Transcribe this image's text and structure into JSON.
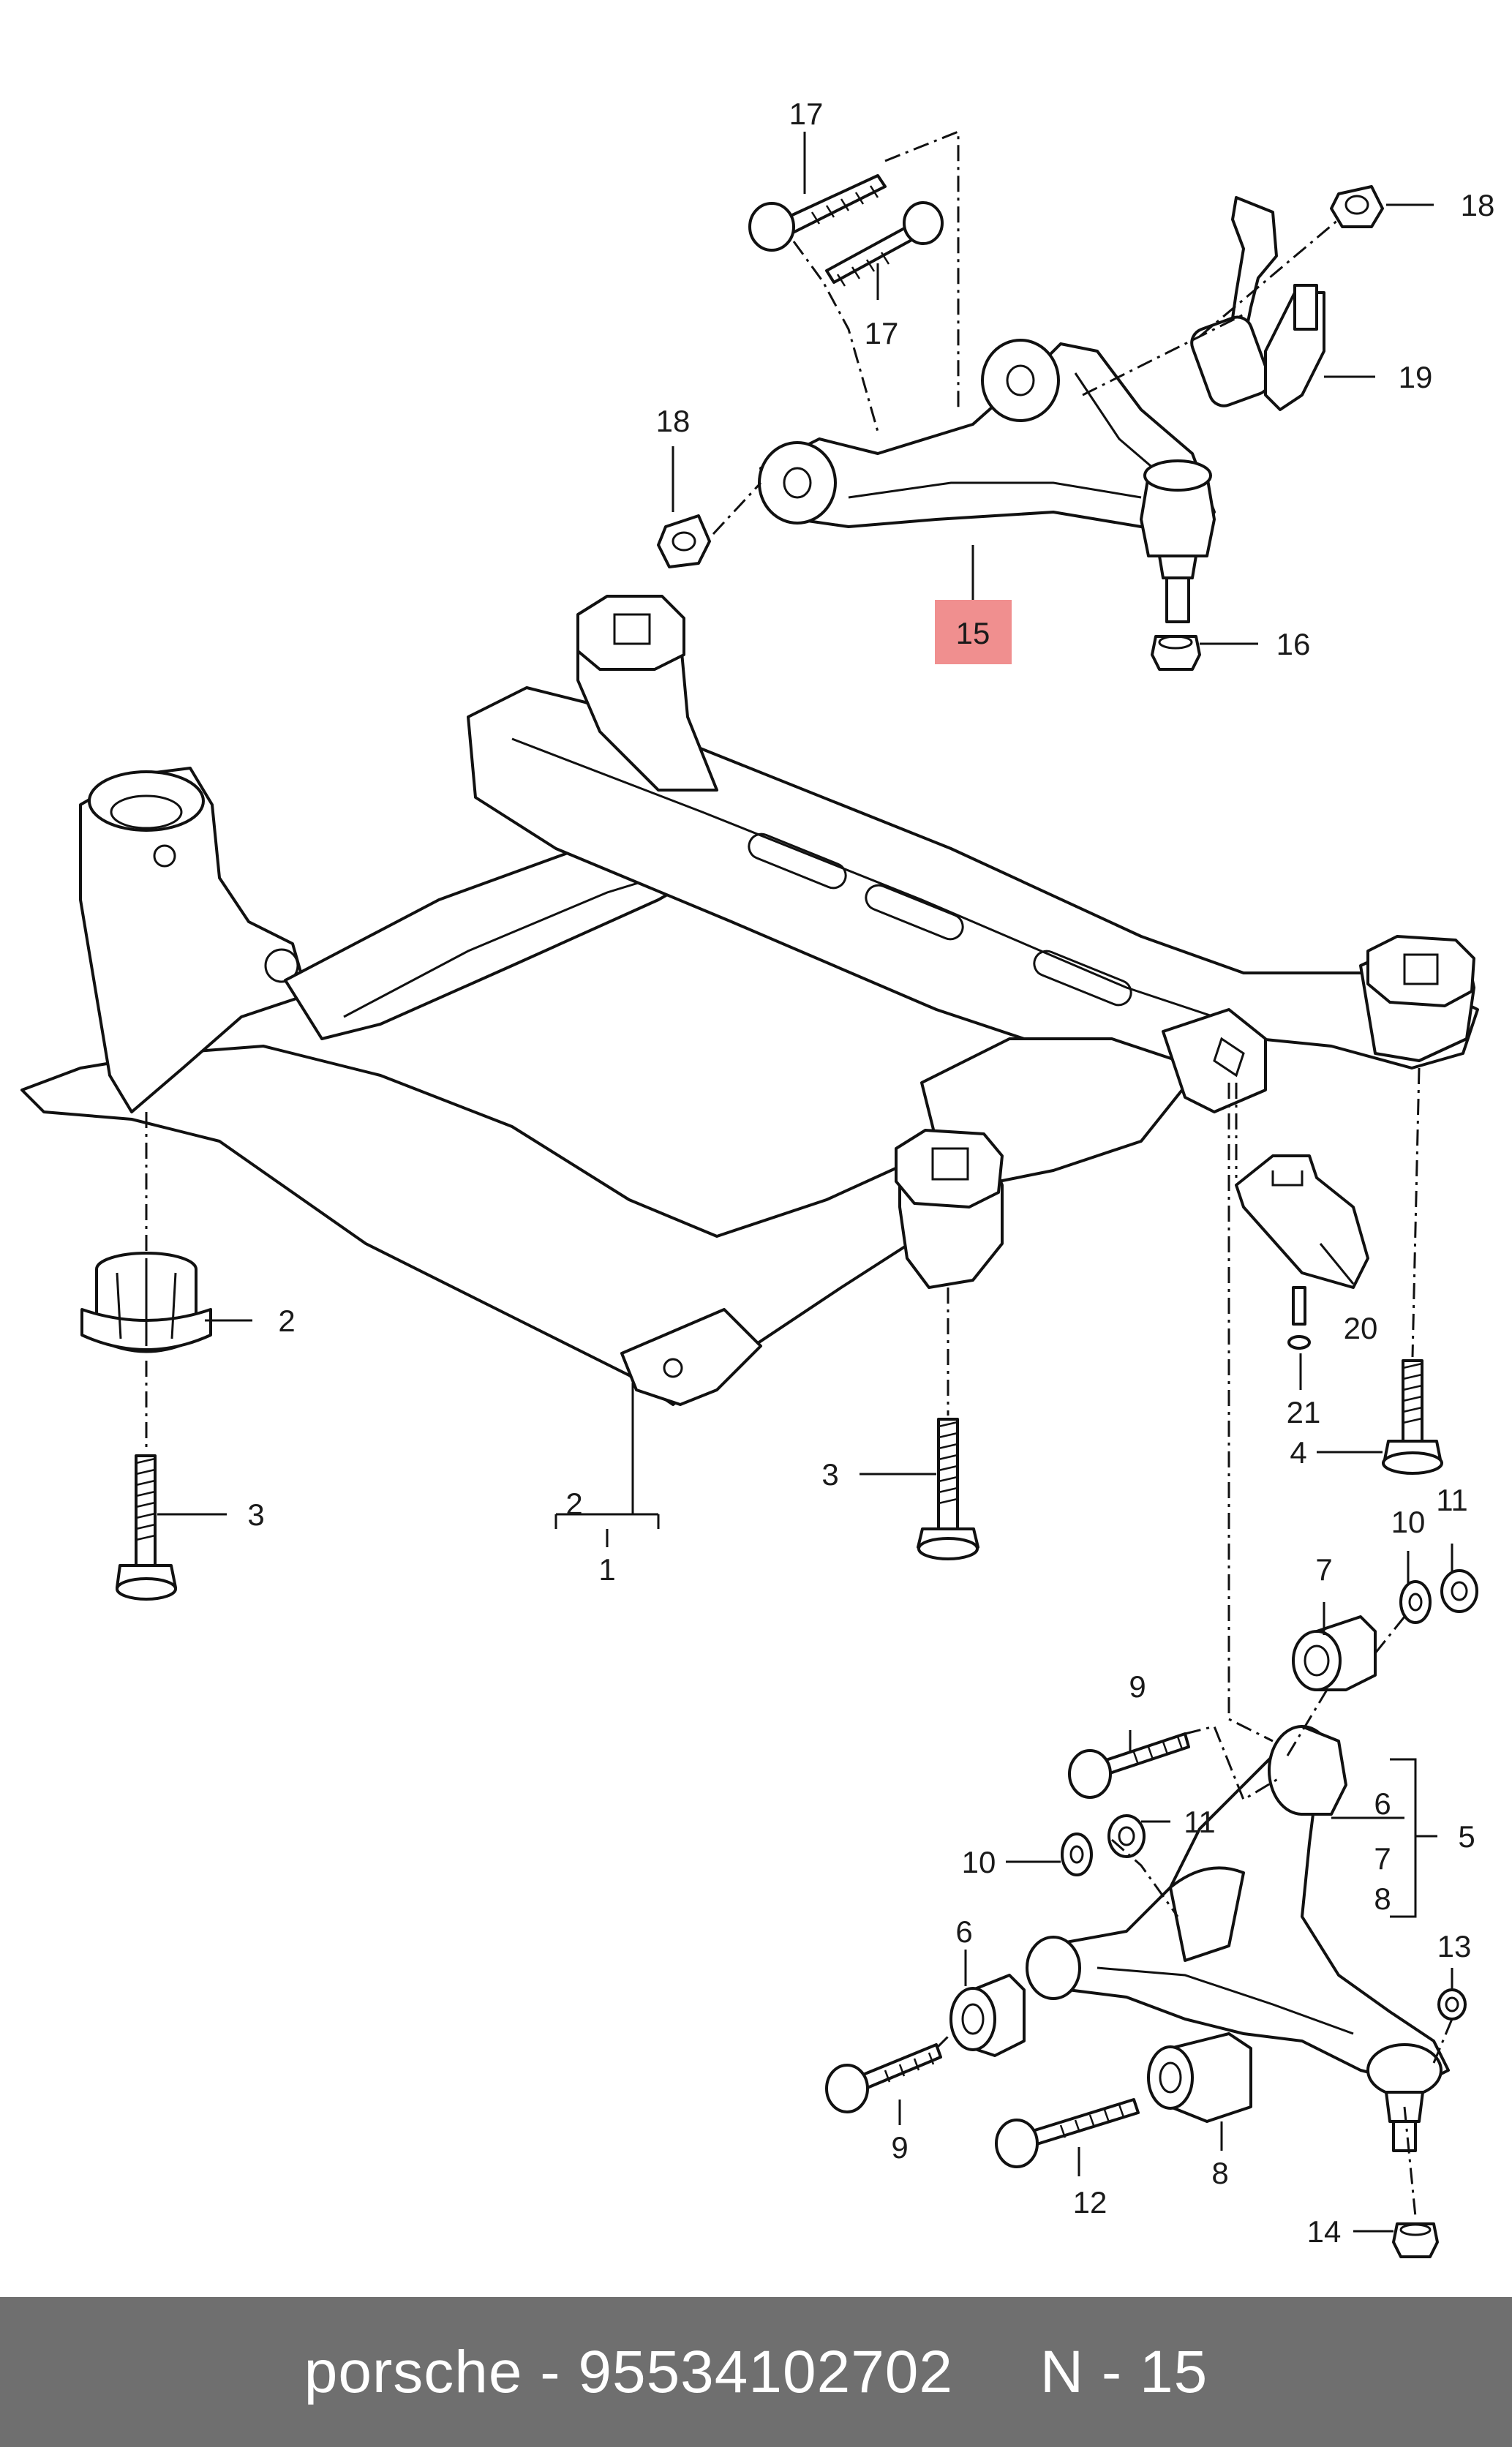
{
  "highlight_color": "#f08f8f",
  "footer_bg": "#6f6f6f",
  "callouts": {
    "c1": "1",
    "c2a": "2",
    "c2b": "2",
    "c3a": "3",
    "c3b": "3",
    "c4": "4",
    "c5": "5",
    "c6a": "6",
    "c6b": "6",
    "c7a": "7",
    "c7b": "7",
    "c8a": "8",
    "c8b": "8",
    "c9a": "9",
    "c9b": "9",
    "c10a": "10",
    "c10b": "10",
    "c11a": "11",
    "c11b": "11",
    "c12": "12",
    "c13": "13",
    "c14": "14",
    "c15": "15",
    "c16": "16",
    "c17a": "17",
    "c17b": "17",
    "c18a": "18",
    "c18b": "18",
    "c19": "19",
    "c20": "20",
    "c21": "21"
  },
  "footer": {
    "text": "porsche - 95534102702     N - 15"
  }
}
